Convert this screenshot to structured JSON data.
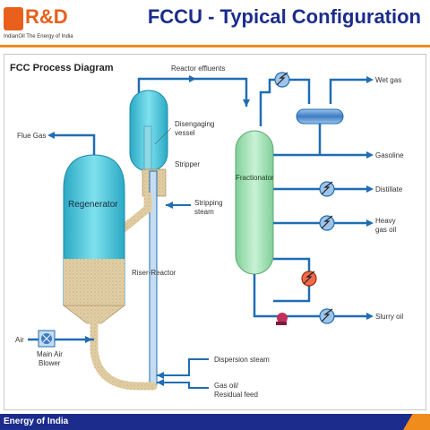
{
  "header": {
    "logo_text": "R&D",
    "logo_sub": "IndianOil  The Energy of India",
    "title": "FCCU - Typical Configuration"
  },
  "diagram": {
    "title": "FCC Process Diagram",
    "labels": {
      "reactor_effluents": "Reactor effluents",
      "wet_gas": "Wet gas",
      "flue_gas": "Flue Gas",
      "disengaging_vessel_1": "Disengaging",
      "disengaging_vessel_2": "vessel",
      "stripper": "Stripper",
      "regenerator": "Regenerator",
      "stripping_steam_1": "Stripping",
      "stripping_steam_2": "steam",
      "fractionator": "Fractionator",
      "gasoline": "Gasoline",
      "distillate": "Distillate",
      "heavy_gas_oil_1": "Heavy",
      "heavy_gas_oil_2": "gas oil",
      "riser_reactor": "Riser-Reactor",
      "slurry_oil": "Slurry oil",
      "air": "Air",
      "main_air_blower_1": "Main Air",
      "main_air_blower_2": "Blower",
      "dispersion_steam": "Dispersion steam",
      "gas_oil_feed_1": "Gas oil/",
      "gas_oil_feed_2": "Residual feed"
    }
  },
  "footer": {
    "text": "Energy of India"
  },
  "colors": {
    "title": "#1c2c8c",
    "accent": "#f08c1c",
    "pipe": "#1f6db3",
    "vessel_teal": "#3cc2d6",
    "fractionator_green": "#9ee0b0",
    "catalyst": "#dcc7a0"
  }
}
